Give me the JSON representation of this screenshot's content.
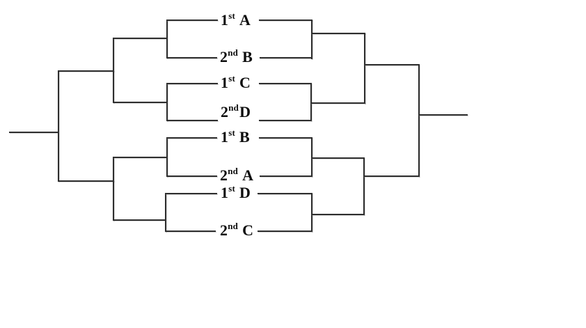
{
  "diagram": {
    "kind": "single-elimination tournament bracket",
    "colors": {
      "line": "#2e2e2e",
      "text": "#0d0d0d",
      "background": "#ffffff"
    },
    "entries": [
      {
        "seed": "1",
        "ordinal": "st",
        "team": "A"
      },
      {
        "seed": "2",
        "ordinal": "nd",
        "team": "B"
      },
      {
        "seed": "1",
        "ordinal": "st",
        "team": "C"
      },
      {
        "seed": "2",
        "ordinal": "nd",
        "team": "D"
      },
      {
        "seed": "1",
        "ordinal": "st",
        "team": "B"
      },
      {
        "seed": "2",
        "ordinal": "nd",
        "team": "A"
      },
      {
        "seed": "1",
        "ordinal": "st",
        "team": "D"
      },
      {
        "seed": "2",
        "ordinal": "nd",
        "team": "C"
      }
    ],
    "pairings": [
      {
        "match": "1",
        "top": "1st A",
        "bottom": "2nd B"
      },
      {
        "match": "2",
        "top": "1st C",
        "bottom": "2nd D"
      },
      {
        "match": "3",
        "top": "1st B",
        "bottom": "2nd A"
      },
      {
        "match": "4",
        "top": "1st D",
        "bottom": "2nd C"
      }
    ]
  }
}
